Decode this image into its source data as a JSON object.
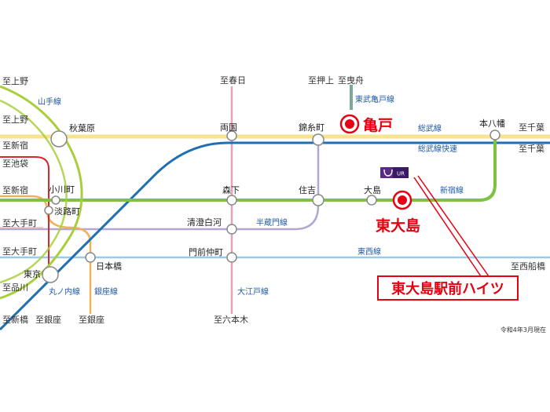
{
  "colors": {
    "yamanote": "#a8cf3a",
    "sobu": "#f6e58e",
    "sobu_rapid": "#1f6fb5",
    "shinjuku": "#7dc242",
    "hanzomon": "#b3a6d3",
    "oedo": "#e5a3b6",
    "asakusa": "#f3c9c6",
    "marunouchi": "#d7262d",
    "ginza": "#f0b15a",
    "tozai": "#9ccbe8",
    "tobu": "#7aa89c",
    "highlight": "#e60012",
    "label_blue": "#1f5aa6",
    "ur_badge": "#5b2a86"
  },
  "left_labels": [
    "至上野",
    "至上野",
    "至新宿",
    "至池袋",
    "至新宿",
    "至大手町",
    "至大手町",
    "至品川",
    "至新橋"
  ],
  "top_labels": [
    "至春日",
    "至押上",
    "至曳舟"
  ],
  "right_labels": [
    "至千葉",
    "至千葉",
    "至西船橋"
  ],
  "bottom_labels": [
    "至銀座",
    "至銀座",
    "至六本木"
  ],
  "stations": {
    "akihabara": "秋葉原",
    "ryogoku": "両国",
    "kinshicho": "錦糸町",
    "motoyawata": "本八幡",
    "ogawamachi": "小川町",
    "awajicho": "淡路町",
    "morishita": "森下",
    "sumiyoshi": "住吉",
    "ojima": "大島",
    "kiyosumi": "清澄白河",
    "nihonbashi": "日本橋",
    "monzen": "門前仲町",
    "tokyo": "東京"
  },
  "lines": {
    "yamanote": "山手線",
    "tobu_kameido": "東武亀戸線",
    "sobu": "総武線",
    "sobu_rapid": "総武線快速",
    "shinjuku": "新宿線",
    "hanzomon": "半蔵門線",
    "tozai": "東西線",
    "marunouchi": "丸ノ内線",
    "ginza": "銀座線",
    "oedo": "大江戸線"
  },
  "highlights": {
    "kameido": "亀戸",
    "higashi_ojima": "東大島"
  },
  "ur_badge": "UR",
  "property_label": "東大島駅前ハイツ",
  "date_note": "令和4年3月現在"
}
